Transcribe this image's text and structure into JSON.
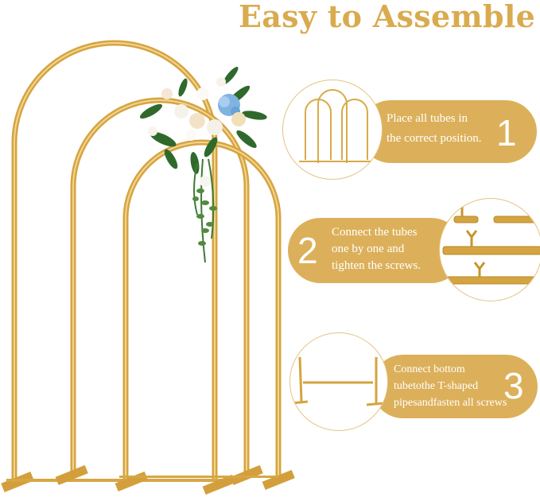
{
  "title": "Easy to Assemble",
  "colors": {
    "gold": "#dcb05a",
    "gold_line": "#d8aa48",
    "title_gold": "#d9ab4f"
  },
  "steps": [
    {
      "number": "1",
      "lines": [
        "Place all tubes in",
        "the correct position."
      ]
    },
    {
      "number": "2",
      "lines": [
        "Connect the tubes",
        "one by one and",
        "tighten the screws."
      ]
    },
    {
      "number": "3",
      "lines": [
        "Connect bottom",
        "tubetothe T-shaped",
        "pipesandfasten all screws"
      ]
    }
  ]
}
